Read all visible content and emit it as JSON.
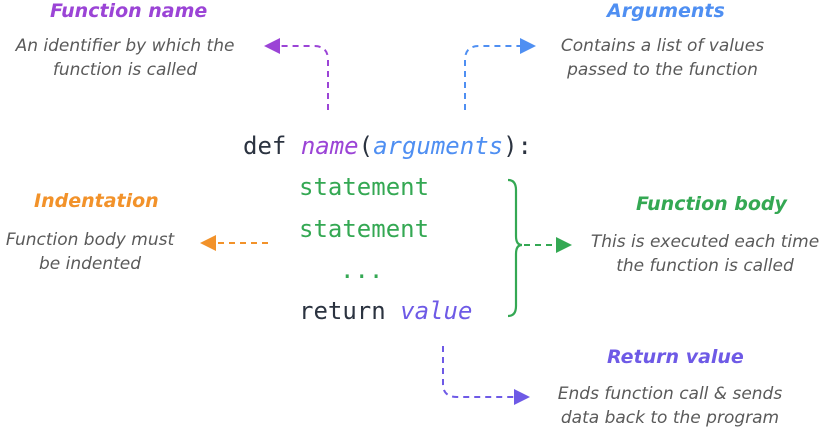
{
  "colors": {
    "purple": "#9b44d6",
    "blue": "#4f8ff2",
    "orange": "#f2922a",
    "green": "#34a853",
    "indigo": "#6e5ae6",
    "dark": "#2b3340",
    "gray": "#5a5a5a"
  },
  "function_name": {
    "title": "Function name",
    "desc_line1": "An identifier by which the",
    "desc_line2": "function is called"
  },
  "arguments": {
    "title": "Arguments",
    "desc_line1": "Contains a list of values",
    "desc_line2": "passed to the function"
  },
  "indentation": {
    "title": "Indentation",
    "desc_line1": "Function body must",
    "desc_line2": "be indented"
  },
  "function_body": {
    "title": "Function body",
    "desc_line1": "This is executed each time",
    "desc_line2": "the function is called"
  },
  "return_value": {
    "title": "Return value",
    "desc_line1": "Ends function call & sends",
    "desc_line2": "data back to the program"
  },
  "code": {
    "def_keyword": "def",
    "name": "name",
    "open_paren": "(",
    "arguments": "arguments",
    "close": "):",
    "statement1": "statement",
    "statement2": "statement",
    "ellipsis": "...",
    "return_keyword": "return",
    "value": "value"
  }
}
